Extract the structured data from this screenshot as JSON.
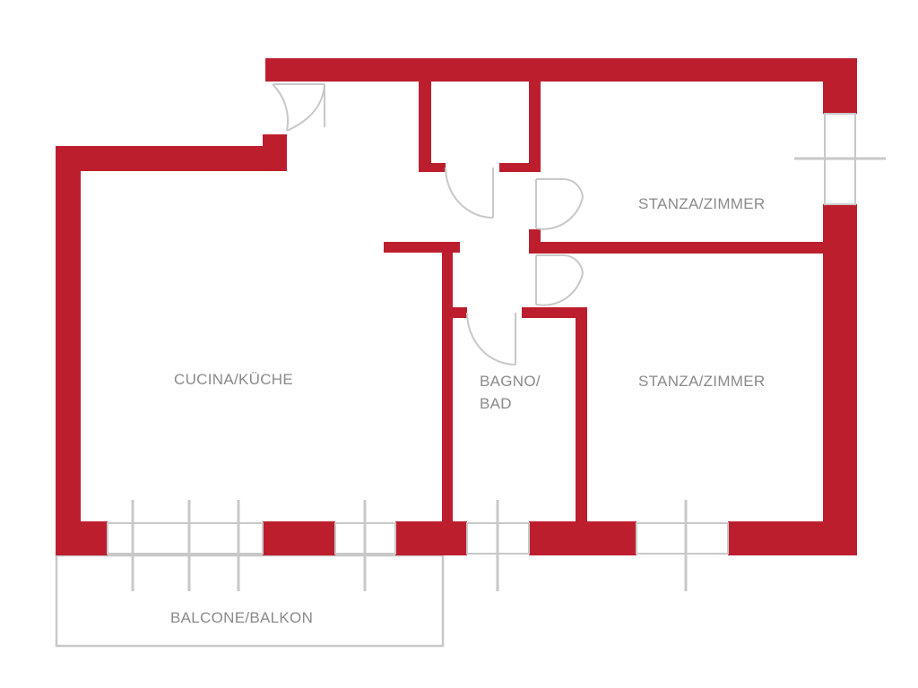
{
  "floorplan": {
    "rooms": {
      "kitchen": "CUCINA/KÜCHE",
      "bath_line1": "BAGNO/",
      "bath_line2": "BAD",
      "room_upper": "STANZA/ZIMMER",
      "room_lower": "STANZA/ZIMMER",
      "balcony": "BALCONE/BALKON"
    },
    "colors": {
      "wall": "#bd1e2e",
      "fixture": "#c8c8c8",
      "label": "#8a8a8a"
    }
  }
}
